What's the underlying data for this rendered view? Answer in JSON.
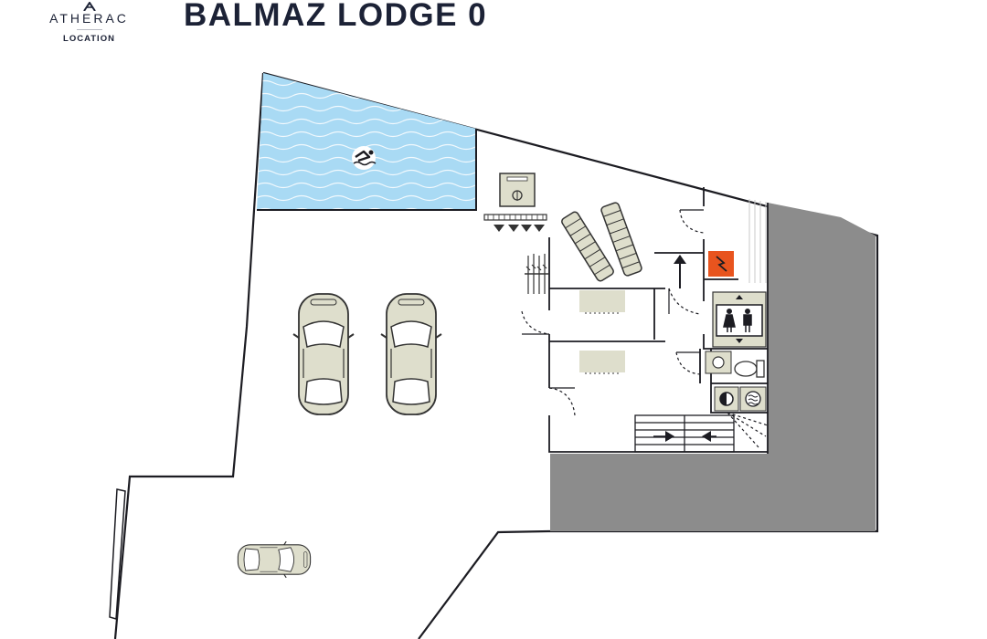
{
  "brand": {
    "name": "ATHERAC",
    "tagline": "LOCATION"
  },
  "title": "BALMAZ LODGE 0",
  "colors": {
    "pool": "#a9daf4",
    "wall": "#1c1c22",
    "unusable_area": "#8c8c8c",
    "furniture_fill": "#dedecc",
    "accent": "#e8541e"
  },
  "icons": [
    "swimmer-icon",
    "elevator-icon",
    "electrical-panel-icon",
    "stair-direction-arrow-icon",
    "toilet-icon",
    "sink-icon",
    "washing-machine-icon",
    "dryer-icon",
    "car-icon"
  ]
}
